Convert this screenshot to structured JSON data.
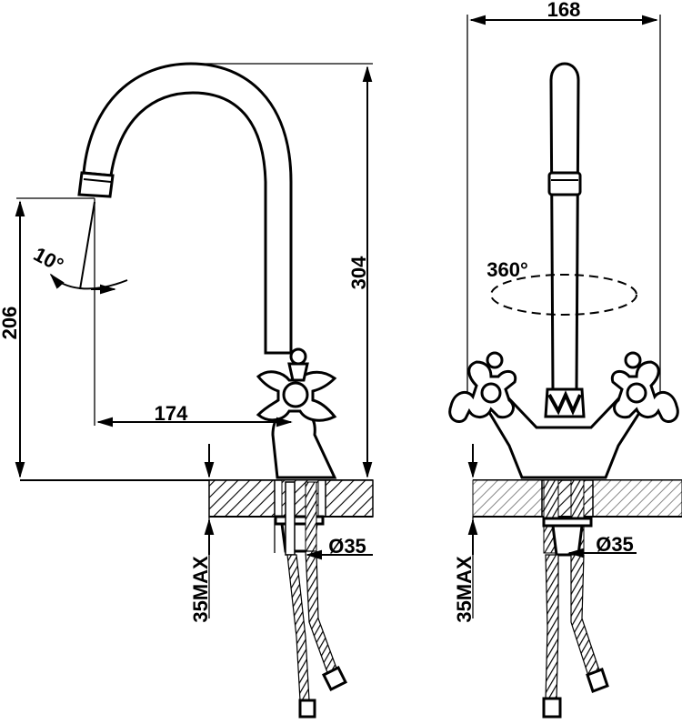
{
  "dimensions": {
    "spout_width": "168",
    "total_height": "304",
    "spout_height": "206",
    "reach": "174",
    "tilt_angle": "10°",
    "rotation": "360°",
    "hole_diameter_left": "Ø35",
    "hole_diameter_right": "Ø35",
    "max_thickness_left": "35MAX",
    "max_thickness_right": "35MAX"
  }
}
